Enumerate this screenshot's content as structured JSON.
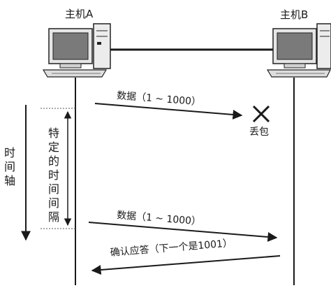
{
  "hosts": {
    "a": {
      "label": "主机A"
    },
    "b": {
      "label": "主机B"
    }
  },
  "messages": {
    "first_data": "数据（1 ~ 1000）",
    "lost": "丢包",
    "resend_data": "数据（1 ~ 1000）",
    "ack": "确认应答（下一个是1001）"
  },
  "axis": {
    "time_axis": [
      "时",
      "间",
      "轴"
    ],
    "interval": [
      "特",
      "定",
      "的",
      "时",
      "间",
      "间",
      "隔"
    ]
  }
}
